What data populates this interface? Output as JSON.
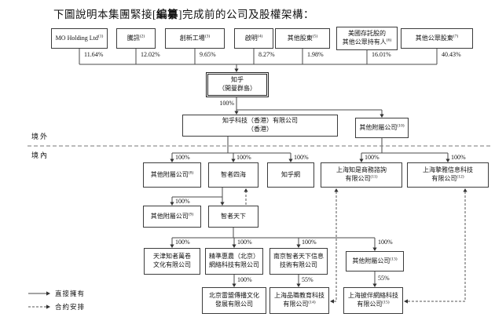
{
  "title": {
    "pre": "下圖說明本集團緊接[",
    "bold": "編纂",
    "post": "]完成前的公司及股權架構："
  },
  "labels": {
    "offshore": "境外",
    "onshore": "境內",
    "legend_direct": "直接擁有",
    "legend_contract": "合約安排",
    "pct100": "100%",
    "pct55": "55%"
  },
  "shareholders": [
    {
      "name": "MO Holding Ltd",
      "note": "(1)",
      "pct": "11.64%"
    },
    {
      "name": "騰訊",
      "note": "(2)",
      "pct": "12.02%"
    },
    {
      "name": "創新工場",
      "note": "(3)",
      "pct": "9.65%"
    },
    {
      "name": "啟明",
      "note": "(4)",
      "pct": "8.27%"
    },
    {
      "name": "其他股東",
      "note": "(5)",
      "pct": "1.98%"
    },
    {
      "line1": "美國存託股的",
      "line2": "其他公眾持有人",
      "note": "(6)",
      "pct": "16.01%"
    },
    {
      "name": "其他公眾股東",
      "note": "(7)",
      "pct": "40.43%"
    }
  ],
  "nodes": {
    "cayman": {
      "line1": "知乎",
      "line2": "（開曼群島）"
    },
    "hk": {
      "line1": "知乎科技（香港）有限公司",
      "line2": "（香港）"
    },
    "other_sub_offshore": {
      "name": "其他附屬公司",
      "note": "(10)"
    },
    "other_sub_onshore1": {
      "name": "其他附屬公司",
      "note": "(8)"
    },
    "zhizhe_sihai": {
      "name": "智者四海"
    },
    "zhihu_wang": {
      "name": "知乎網"
    },
    "shanghai_zhishi": {
      "line1": "上海知是商務諮詢",
      "line2": "有限公司",
      "note": "(11)"
    },
    "shanghai_zhiya": {
      "line1": "上海摯雅信息科技",
      "line2": "有限公司",
      "note": "(12)"
    },
    "other_sub_onshore2": {
      "name": "其他附屬公司",
      "note": "(9)"
    },
    "zhizhe_tianxia": {
      "name": "智者天下"
    },
    "tianjin_wanjuan": {
      "line1": "天津知者萬卷",
      "line2": "文化有限公司"
    },
    "jingzhun_huinong": {
      "line1": "精準惠農（北京）",
      "line2": "網絡科技有限公司"
    },
    "nanjing_zhizhe": {
      "line1": "南京智者天下信息",
      "line2": "技術有限公司"
    },
    "other_sub_onshore3": {
      "name": "其他附屬公司",
      "note": "(13)"
    },
    "beijing_leimeng": {
      "line1": "北京雷盟傳播文化",
      "line2": "發展有限公司"
    },
    "shanghai_pinzhi": {
      "line1": "上海品職教育科技",
      "line2": "有限公司",
      "note": "(14)"
    },
    "shanghai_piban": {
      "line1": "上海披伴網絡科技",
      "line2": "有限公司",
      "note": "(15)"
    }
  }
}
